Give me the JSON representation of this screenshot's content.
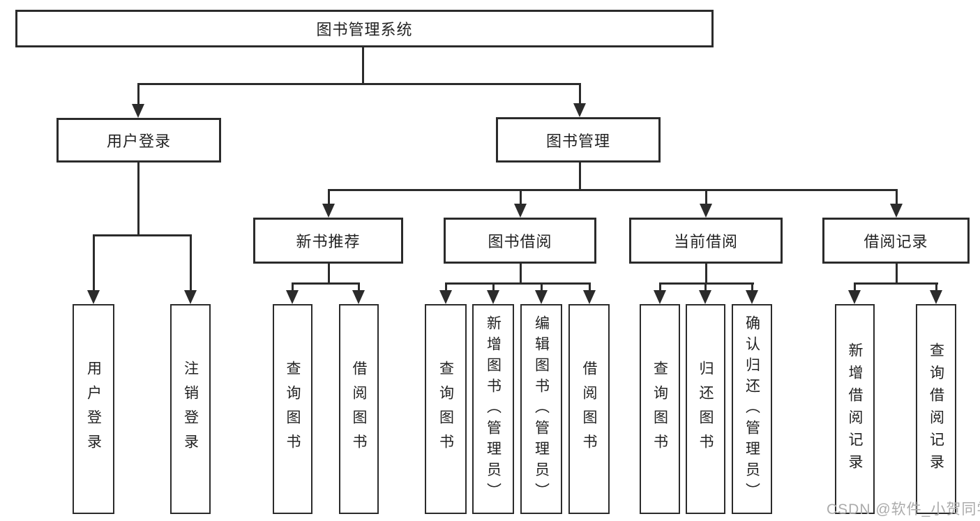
{
  "root": {
    "label": "图书管理系统"
  },
  "branches": {
    "user_login": {
      "label": "用户登录"
    },
    "book_mgmt": {
      "label": "图书管理"
    }
  },
  "modules": {
    "new_book_rec": {
      "label": "新书推荐"
    },
    "book_borrow": {
      "label": "图书借阅"
    },
    "current_borrow": {
      "label": "当前借阅"
    },
    "borrow_records": {
      "label": "借阅记录"
    }
  },
  "leaves": {
    "login": {
      "label": "用户登录"
    },
    "logout": {
      "label": "注销登录"
    },
    "nbr_query": {
      "label": "查询图书"
    },
    "nbr_borrow": {
      "label": "借阅图书"
    },
    "bb_query": {
      "label": "查询图书"
    },
    "bb_add": {
      "label": "新增图书（管理员）"
    },
    "bb_edit": {
      "label": "编辑图书（管理员）"
    },
    "bb_borrow": {
      "label": "借阅图书"
    },
    "cb_query": {
      "label": "查询图书"
    },
    "cb_return": {
      "label": "归还图书"
    },
    "cb_confirm": {
      "label": "确认归还（管理员）"
    },
    "rec_add": {
      "label": "新增借阅记录"
    },
    "rec_query": {
      "label": "查询借阅记录"
    }
  },
  "watermark": {
    "text": "CSDN @软件_小贺同学"
  },
  "colors": {
    "line": "#2b2b2b",
    "text": "#222222",
    "watermark": "#ababab",
    "background": "#ffffff"
  }
}
